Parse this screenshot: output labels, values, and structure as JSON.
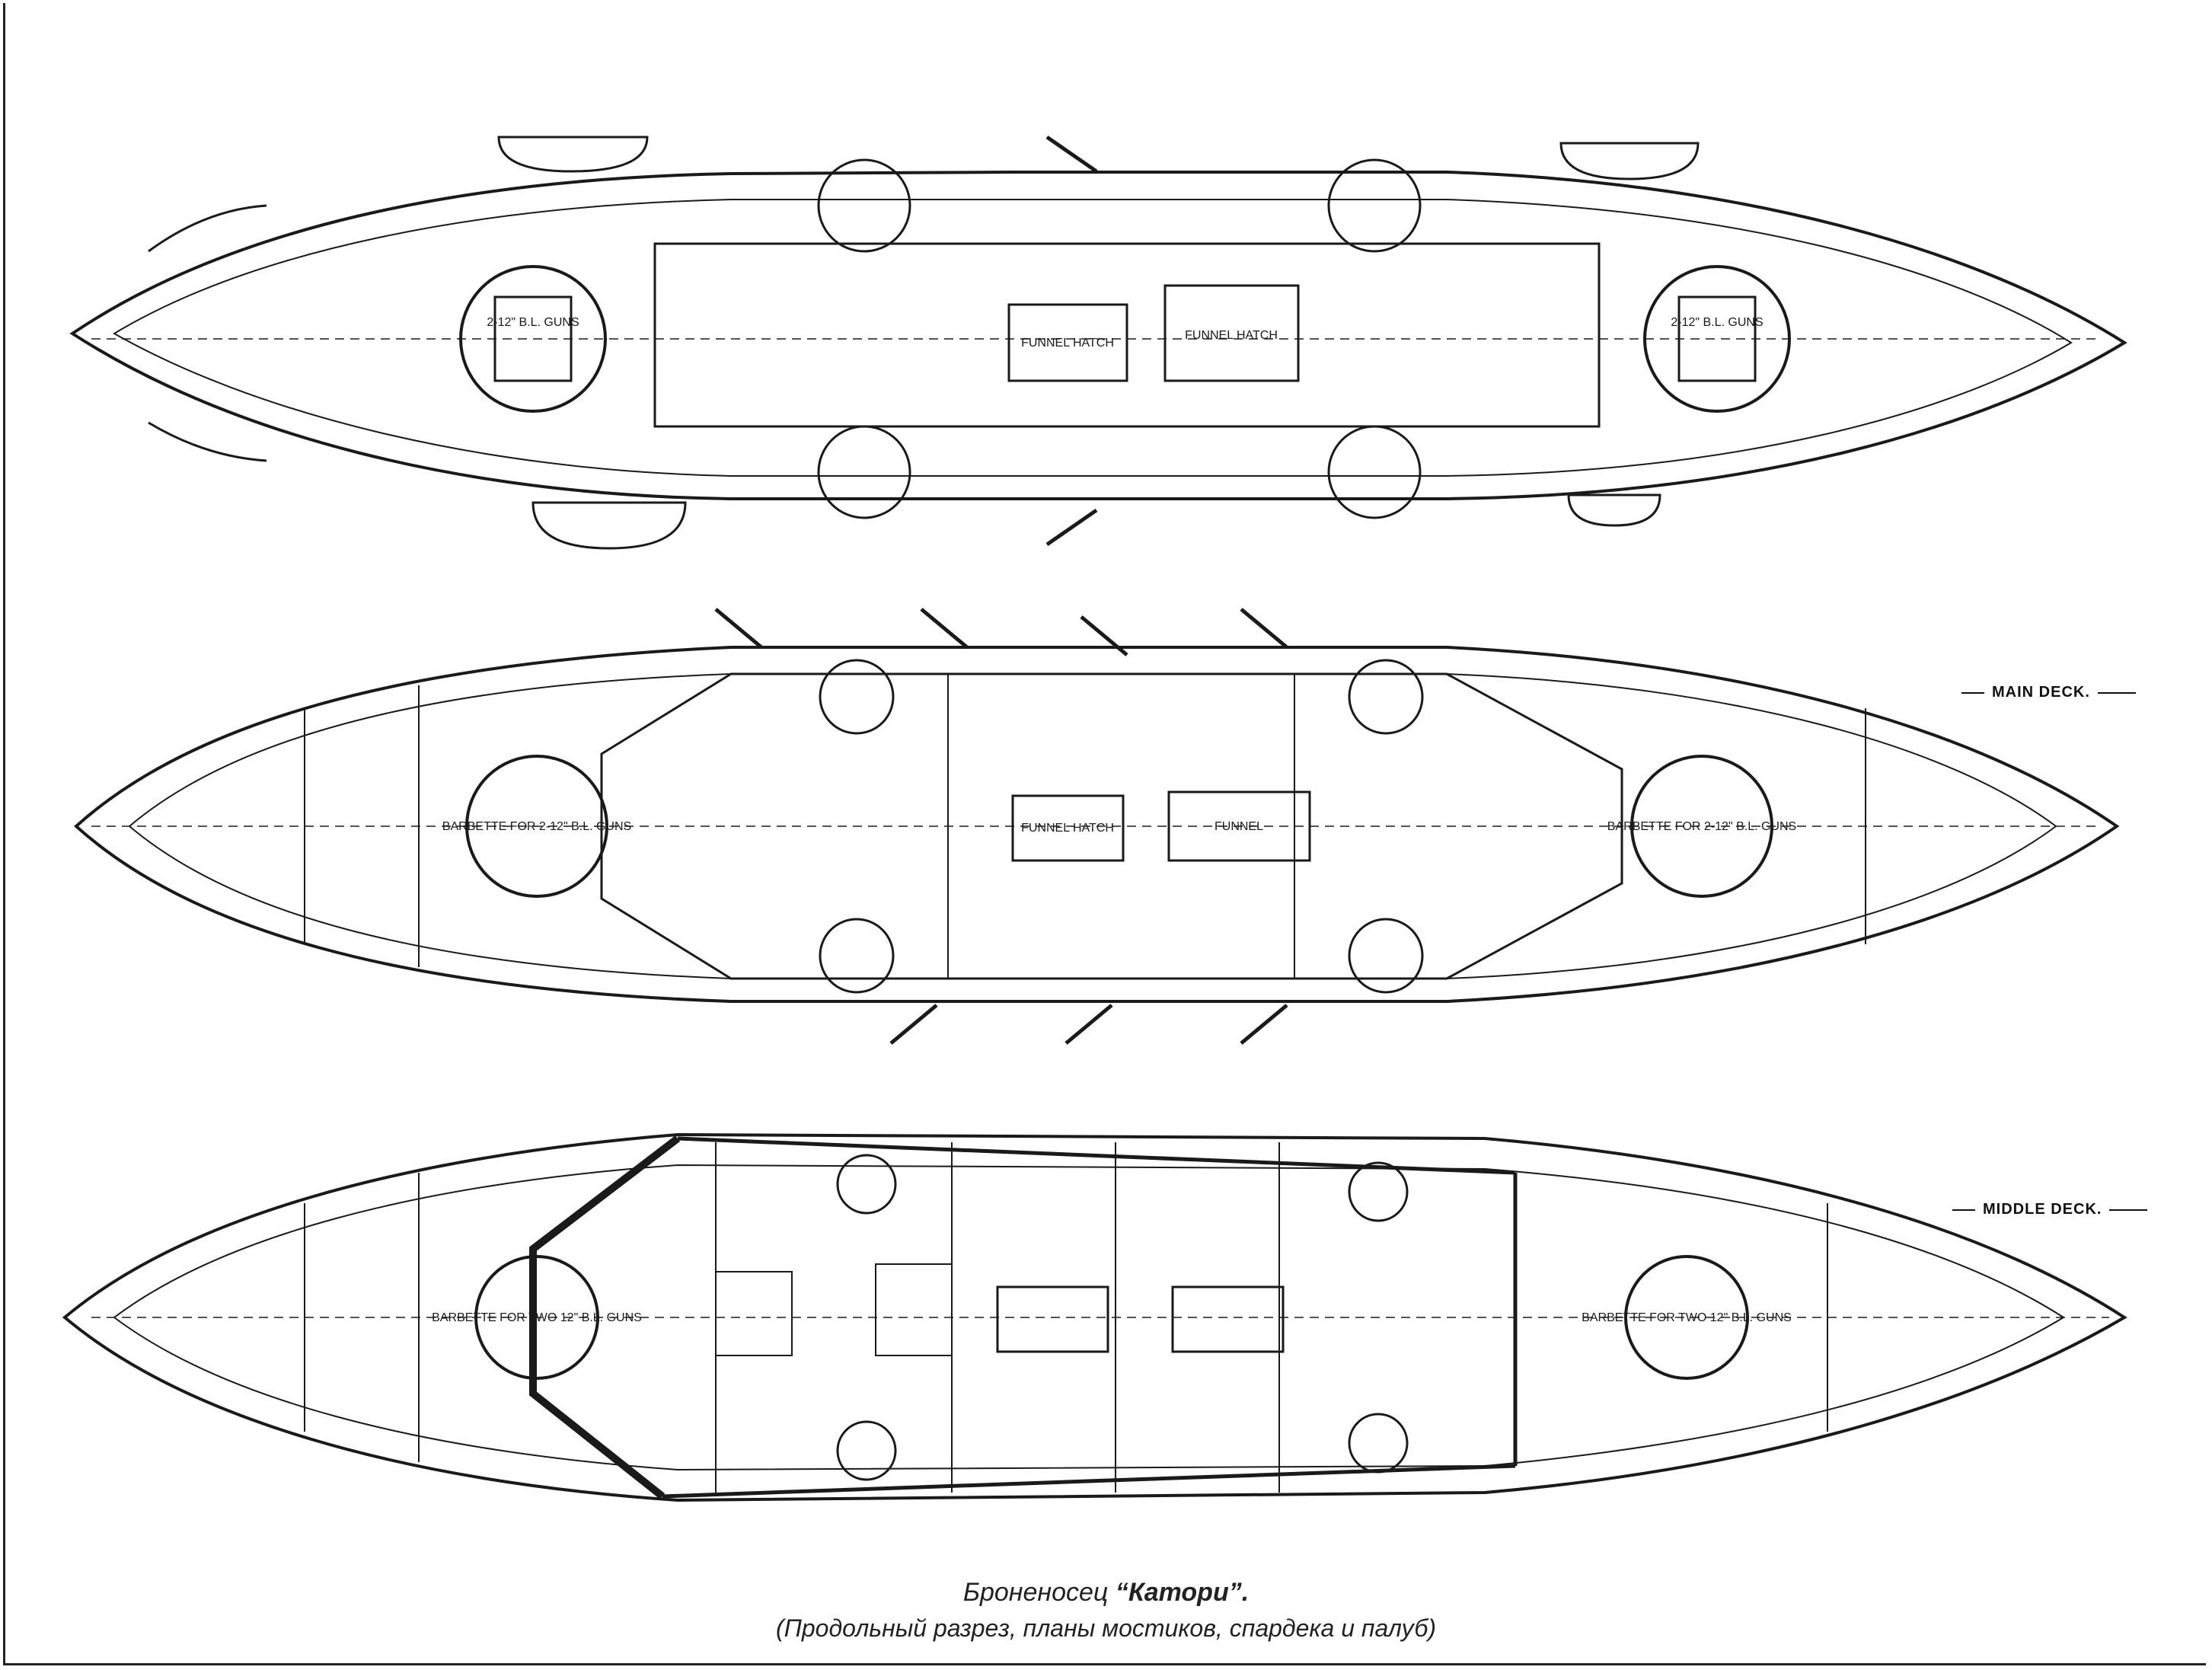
{
  "labels": {
    "main_deck": "MAIN DECK.",
    "middle_deck": "MIDDLE DECK."
  },
  "upper_plan": {
    "turret_fore": "2-12\" B.L. GUNS",
    "turret_aft": "2-12\" B.L. GUNS",
    "funnel_fore": "FUNNEL HATCH",
    "funnel_aft": "FUNNEL HATCH"
  },
  "main_plan": {
    "barbette_fore": "BARBETTE FOR 2-12\" B.L. GUNS",
    "barbette_aft": "BARBETTE FOR 2-12\" B.L. GUNS",
    "funnel_fore": "FUNNEL HATCH",
    "funnel_aft": "FUNNEL"
  },
  "middle_plan": {
    "barbette_fore": "BARBETTE FOR TWO 12\" B.L. GUNS",
    "barbette_aft": "BARBETTE FOR TWO 12\" B.L. GUNS"
  },
  "caption": {
    "line1_prefix": "Броненосец ",
    "ship_name": "“Катори”.",
    "line2": "(Продольный разрез, планы мостиков, спардека и палуб)"
  },
  "colors": {
    "ink": "#1a1a1a",
    "paper": "#ffffff"
  }
}
